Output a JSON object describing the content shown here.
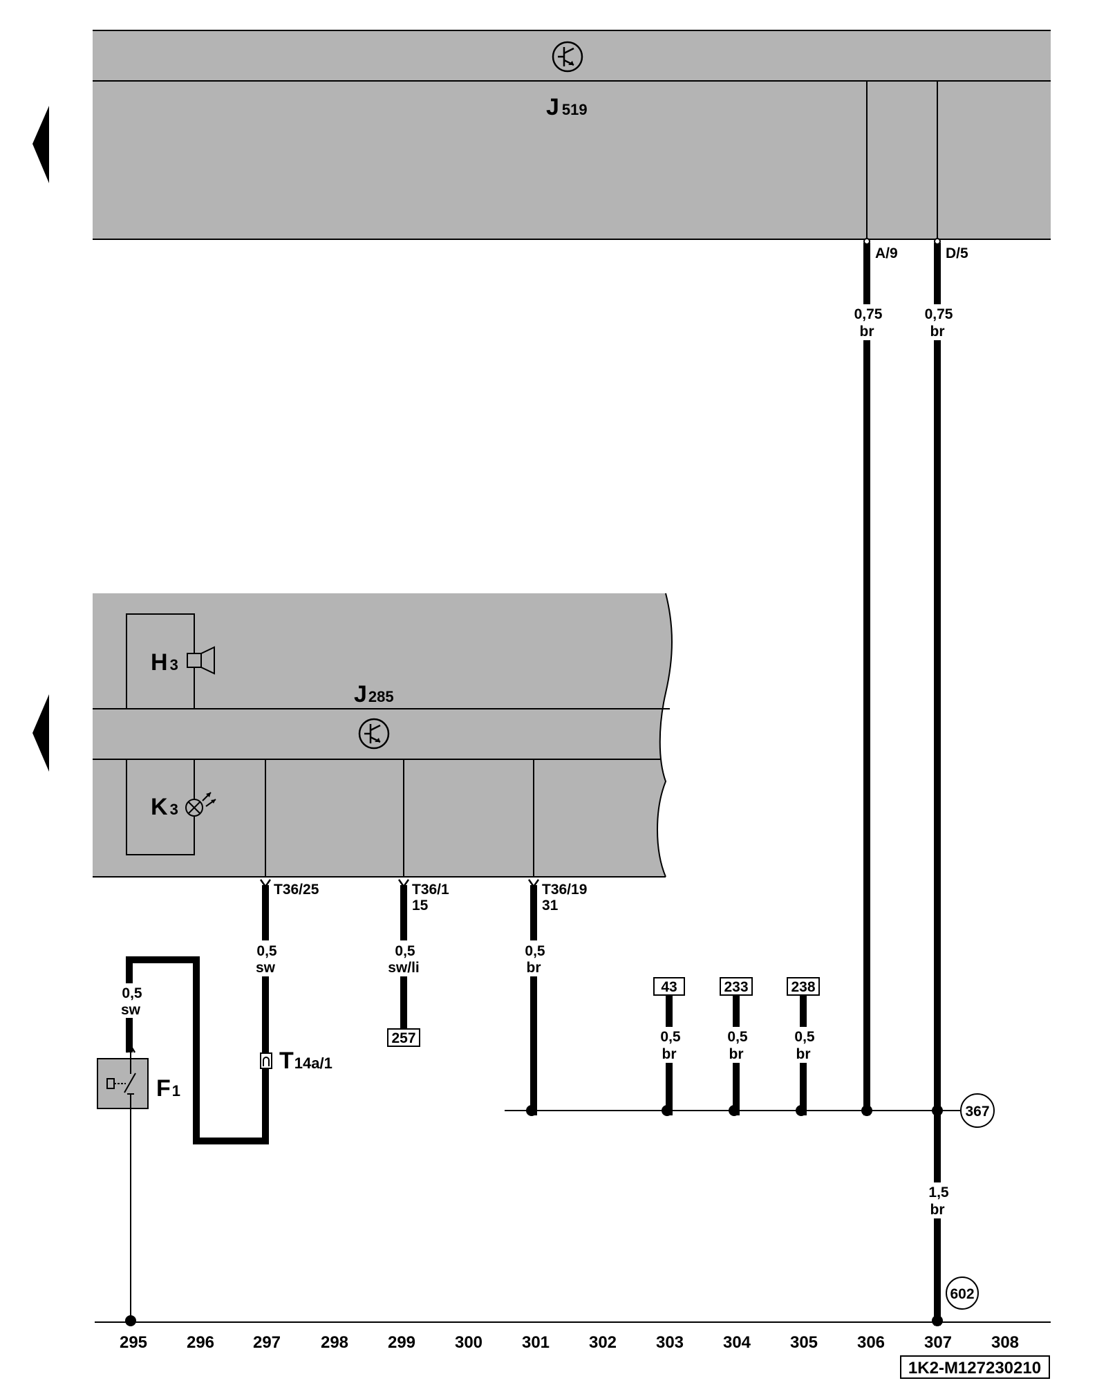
{
  "components": {
    "j519": {
      "letter": "J",
      "sub": "519"
    },
    "j285": {
      "letter": "J",
      "sub": "285"
    },
    "h3": {
      "letter": "H",
      "sub": "3"
    },
    "k3": {
      "letter": "K",
      "sub": "3"
    },
    "f1": {
      "letter": "F",
      "sub": "1"
    },
    "t14a": {
      "letter": "T",
      "sub": "14a/1"
    }
  },
  "pins": {
    "a9": "A/9",
    "d5": "D/5",
    "t36_25": "T36/25",
    "t36_1": "T36/1",
    "t36_1_term": "15",
    "t36_19": "T36/19",
    "t36_19_term": "31"
  },
  "wires": {
    "w306": {
      "size": "0,75",
      "color": "br"
    },
    "w307": {
      "size": "0,75",
      "color": "br"
    },
    "w297": {
      "size": "0,5",
      "color": "sw"
    },
    "w299": {
      "size": "0,5",
      "color": "sw/li"
    },
    "w301": {
      "size": "0,5",
      "color": "br"
    },
    "w295": {
      "size": "0,5",
      "color": "sw"
    },
    "w303": {
      "size": "0,5",
      "color": "br"
    },
    "w304": {
      "size": "0,5",
      "color": "br"
    },
    "w305": {
      "size": "0,5",
      "color": "br"
    },
    "w307g": {
      "size": "1,5",
      "color": "br"
    }
  },
  "references": {
    "r257": "257",
    "r43": "43",
    "r233": "233",
    "r238": "238"
  },
  "ground_points": {
    "g367": "367",
    "g602": "602"
  },
  "columns": [
    "295",
    "296",
    "297",
    "298",
    "299",
    "300",
    "301",
    "302",
    "303",
    "304",
    "305",
    "306",
    "307",
    "308"
  ],
  "diagram_code": "1K2-M127230210",
  "colors": {
    "housing": "#b4b4b4",
    "line": "#000000",
    "background": "#ffffff"
  }
}
